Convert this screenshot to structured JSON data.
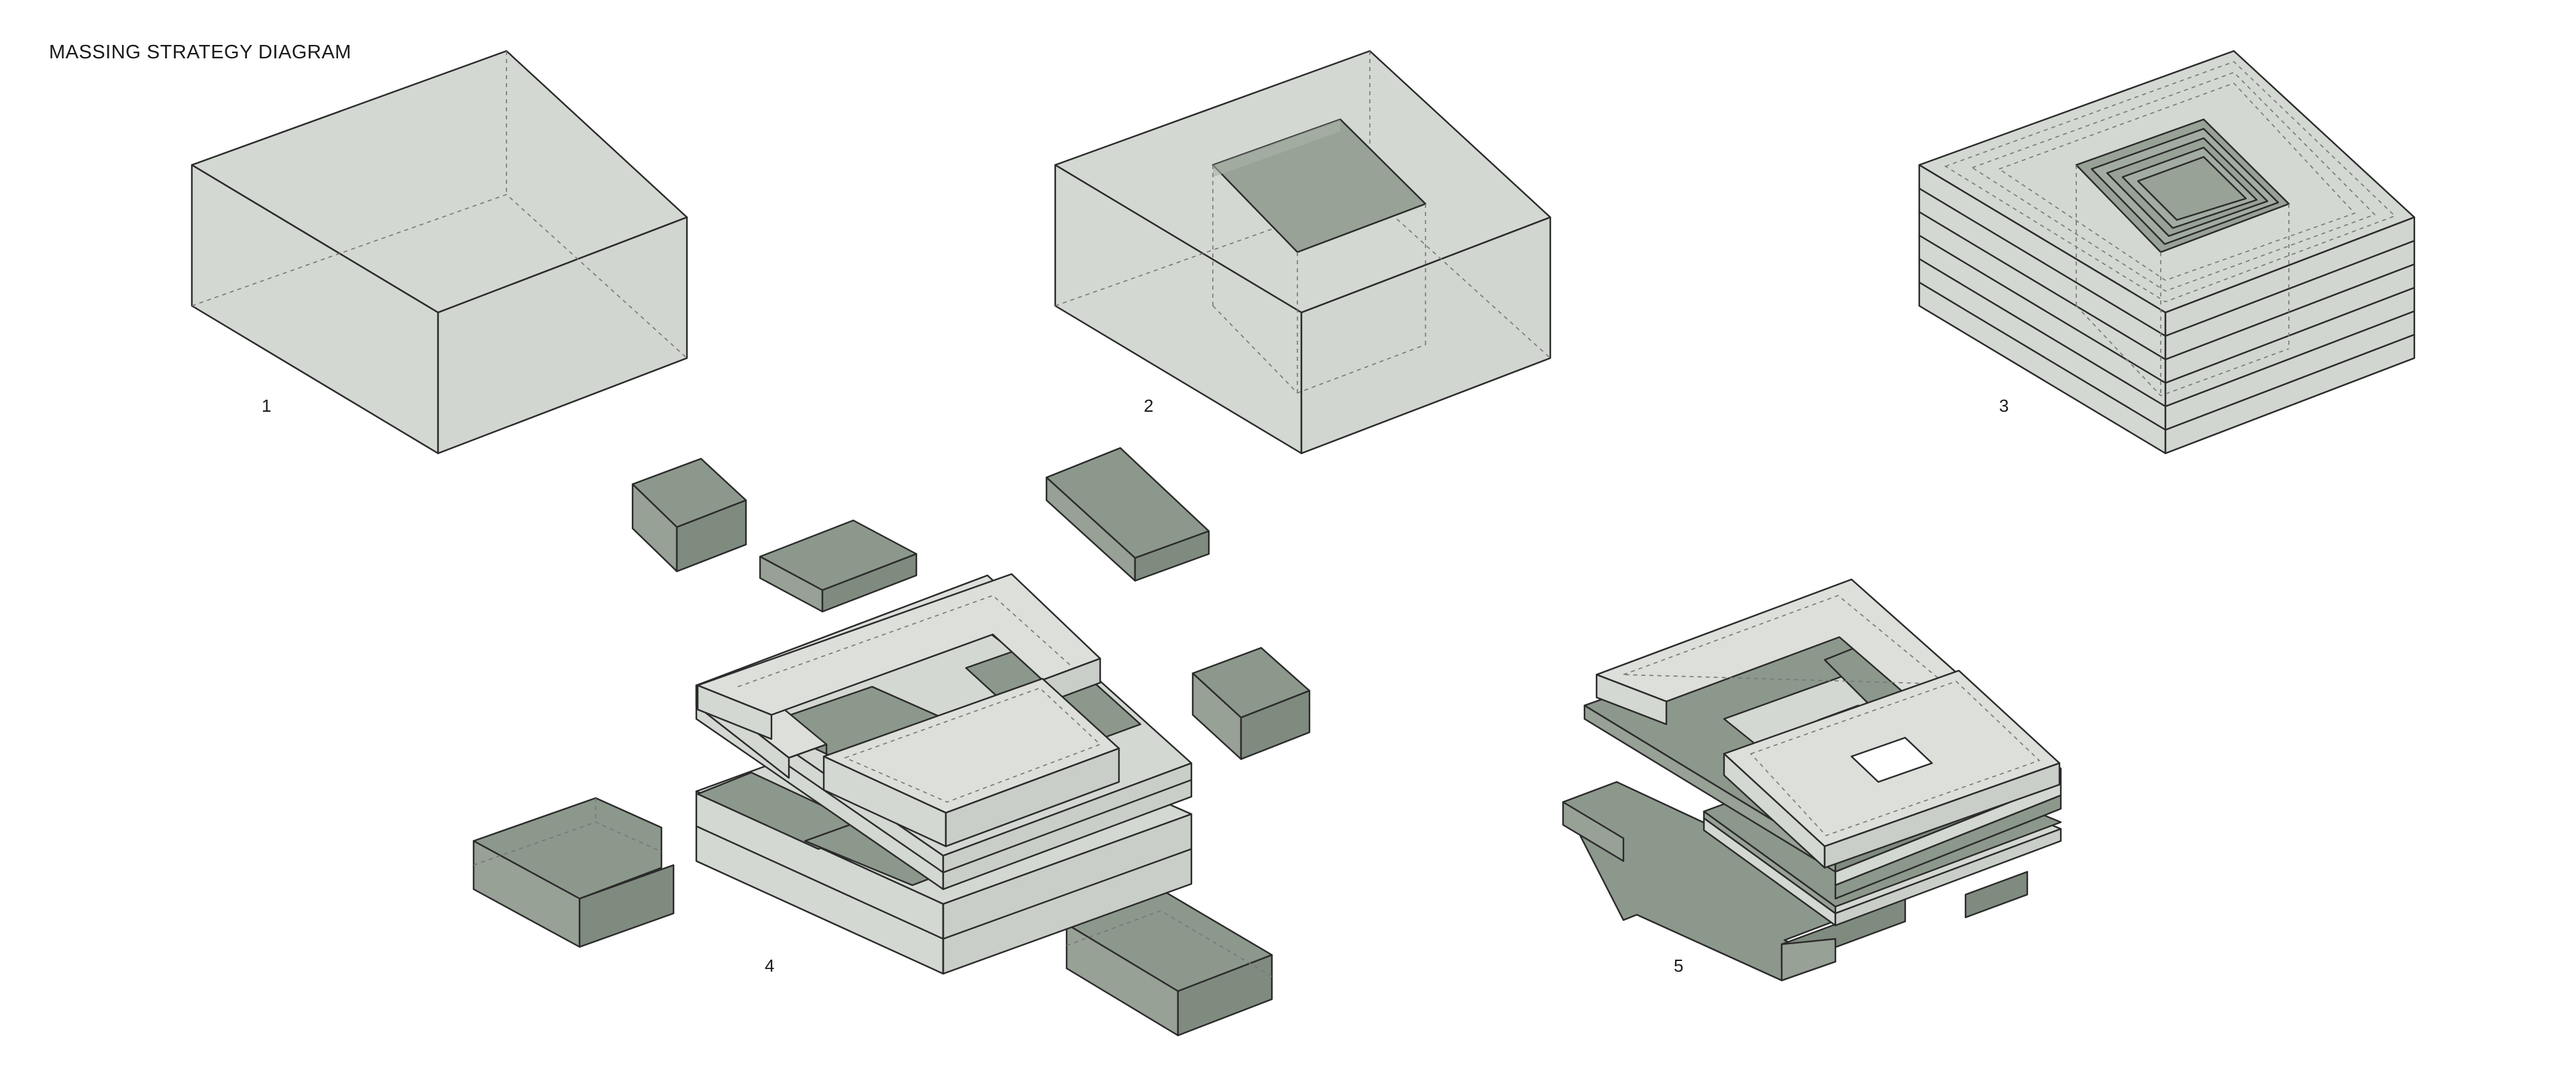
{
  "title": "MASSING STRATEGY DIAGRAM",
  "steps": [
    {
      "label": "1"
    },
    {
      "label": "2"
    },
    {
      "label": "3"
    },
    {
      "label": "4"
    },
    {
      "label": "5"
    }
  ],
  "colors": {
    "light_mass": "#d3d8d2",
    "light_mass_shade": "#c9cfc8",
    "light_mass_top": "#dcdfda",
    "dark_mass_top": "#8d988c",
    "dark_mass_left": "#97a196",
    "dark_mass_right": "#808b80",
    "courtyard": "#98a297",
    "edge": "#2b2b2b"
  }
}
